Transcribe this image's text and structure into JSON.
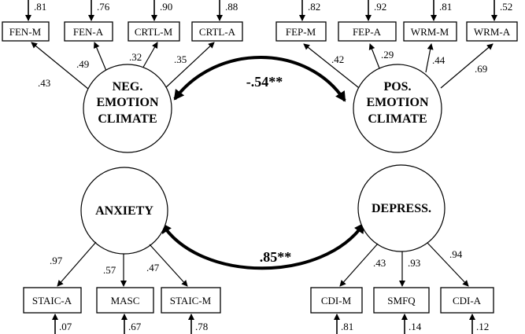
{
  "latents": {
    "neg": [
      "NEG.",
      "EMOTION",
      "CLIMATE"
    ],
    "pos": [
      "POS.",
      "EMOTION",
      "CLIMATE"
    ],
    "anxiety": "ANXIETY",
    "depress": "DEPRESS."
  },
  "top_left": [
    {
      "label": "FEN-M",
      "error": ".81",
      "loading": ".43"
    },
    {
      "label": "FEN-A",
      "error": ".76",
      "loading": ".49"
    },
    {
      "label": "CRTL-M",
      "error": ".90",
      "loading": ".32"
    },
    {
      "label": "CRTL-A",
      "error": ".88",
      "loading": ".35"
    }
  ],
  "top_right": [
    {
      "label": "FEP-M",
      "error": ".82",
      "loading": ".42"
    },
    {
      "label": "FEP-A",
      "error": ".92",
      "loading": ".29"
    },
    {
      "label": "WRM-M",
      "error": ".81",
      "loading": ".44"
    },
    {
      "label": "WRM-A",
      "error": ".52",
      "loading": ".69"
    }
  ],
  "bottom_left": [
    {
      "label": "STAIC-A",
      "error": ".07",
      "loading": ".97"
    },
    {
      "label": "MASC",
      "error": ".67",
      "loading": ".57"
    },
    {
      "label": "STAIC-M",
      "error": ".78",
      "loading": ".47"
    }
  ],
  "bottom_right": [
    {
      "label": "CDI-M",
      "error": ".81",
      "loading": ".43"
    },
    {
      "label": "SMFQ",
      "error": ".14",
      "loading": ".93"
    },
    {
      "label": "CDI-A",
      "error": ".12",
      "loading": ".94"
    }
  ],
  "correlations": {
    "emotion_climate": "-.54**",
    "anxiety_depression": ".85**"
  }
}
